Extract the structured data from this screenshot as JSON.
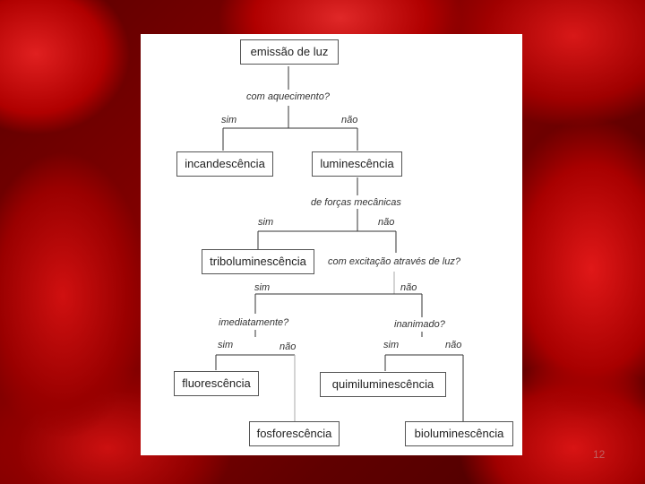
{
  "nodes": {
    "root": "emissão de luz",
    "incandescence": "incandescência",
    "luminescence": "luminescência",
    "triboluminescence": "triboluminescência",
    "fluorescence": "fluorescência",
    "phosphorescence": "fosforescência",
    "chemiluminescence": "quimiluminescência",
    "bioluminescence": "bioluminescência"
  },
  "questions": {
    "heating": "com aquecimento?",
    "mechanical": "de forças mecânicas",
    "light_excitation": "com excitação através de luz?",
    "immediately": "imediatamente?",
    "inanimate": "inanimado?"
  },
  "branches": {
    "yes": "sim",
    "no": "não"
  },
  "slide_number": "12"
}
